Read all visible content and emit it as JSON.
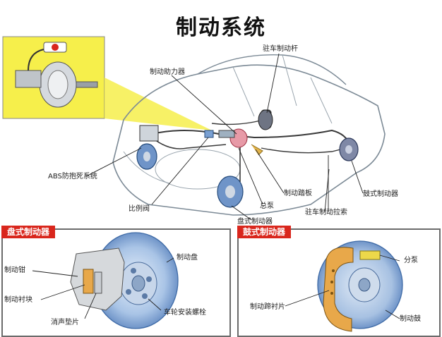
{
  "title": "制动系统",
  "colors": {
    "accent_red": "#d9261c",
    "callout_yellow": "#f6ef4b",
    "disc_blue": "#8fb3dc",
    "shoe_orange": "#e8a84a"
  },
  "top_labels": {
    "parking_lever": "驻车制动杆",
    "booster": "制动助力器",
    "abs": "ABS防抱死系统",
    "proportioning_valve": "比例阀",
    "master_cylinder": "总泵",
    "disc_brake": "盘式制动器",
    "brake_pedal": "制动踏板",
    "parking_cable": "驻车制动拉索",
    "drum_brake": "鼓式制动器"
  },
  "disc_panel": {
    "tag": "盘式制动器",
    "labels": {
      "disc": "制动盘",
      "caliper": "制动钳",
      "pad": "制动衬块",
      "shim": "消声垫片",
      "wheel_bolt": "车轮安装螺栓"
    }
  },
  "drum_panel": {
    "tag": "鼓式制动器",
    "labels": {
      "wheel_cylinder": "分泵",
      "lining": "制动蹄衬片",
      "drum": "制动鼓"
    }
  }
}
